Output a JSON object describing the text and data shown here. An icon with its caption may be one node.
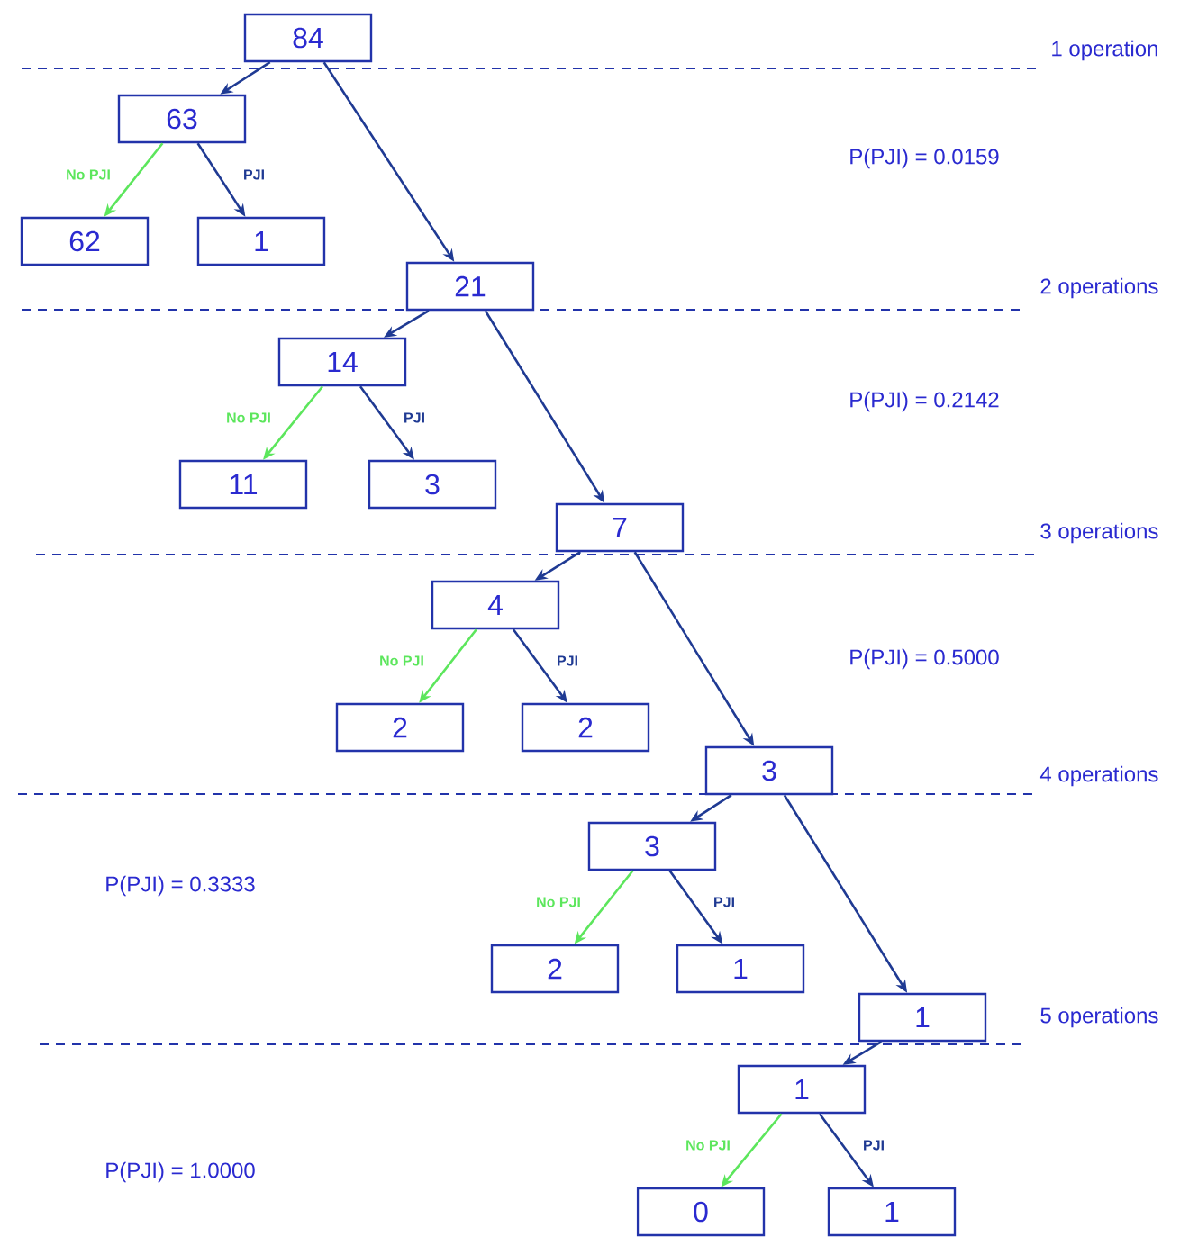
{
  "diagram": {
    "nodes": [
      {
        "text": [
          "84"
        ]
      },
      {
        "text": [
          "63"
        ]
      },
      {
        "text": [
          "62"
        ]
      },
      {
        "text": [
          "1"
        ]
      },
      {
        "text": [
          "21"
        ]
      },
      {
        "text": [
          "14"
        ]
      },
      {
        "text": [
          "11"
        ]
      },
      {
        "text": [
          "3"
        ]
      },
      {
        "text": [
          "7"
        ]
      },
      {
        "text": [
          "4"
        ]
      },
      {
        "text": [
          "2"
        ]
      },
      {
        "text": [
          "2"
        ]
      },
      {
        "text": [
          "3"
        ]
      },
      {
        "text": [
          "3"
        ]
      },
      {
        "text": [
          "2"
        ]
      },
      {
        "text": [
          "1"
        ]
      },
      {
        "text": [
          "1"
        ]
      },
      {
        "text": [
          "1"
        ]
      },
      {
        "text": [
          "0"
        ]
      },
      {
        "text": [
          "1"
        ]
      }
    ],
    "edges": [
      {
        "from": 0,
        "to": 1,
        "arrow": "to"
      },
      {
        "from": 1,
        "to": 2,
        "arrow": "to",
        "label": "No PJI",
        "color": "#5ce65c"
      },
      {
        "from": 1,
        "to": 3,
        "arrow": "to",
        "label": "PJI"
      },
      {
        "from": 0,
        "to": 4,
        "arrow": "to"
      },
      {
        "from": 4,
        "to": 5,
        "arrow": "to"
      },
      {
        "from": 5,
        "to": 6,
        "arrow": "to",
        "label": "No PJI",
        "color": "#5ce65c"
      },
      {
        "from": 5,
        "to": 7,
        "arrow": "to",
        "label": "PJI"
      },
      {
        "from": 4,
        "to": 8,
        "arrow": "to"
      },
      {
        "from": 8,
        "to": 9,
        "arrow": "to"
      },
      {
        "from": 9,
        "to": 10,
        "arrow": "to",
        "label": "No PJI",
        "color": "#5ce65c"
      },
      {
        "from": 9,
        "to": 11,
        "arrow": "to",
        "label": "PJI"
      },
      {
        "from": 8,
        "to": 12,
        "arrow": "to"
      },
      {
        "from": 12,
        "to": 13,
        "arrow": "to"
      },
      {
        "from": 13,
        "to": 14,
        "arrow": "to",
        "label": "No PJI",
        "color": "#5ce65c"
      },
      {
        "from": 13,
        "to": 15,
        "arrow": "to",
        "label": "PJI"
      },
      {
        "from": 12,
        "to": 16,
        "arrow": "to"
      },
      {
        "from": 16,
        "to": 17,
        "arrow": "to"
      },
      {
        "from": 17,
        "to": 18,
        "arrow": "to",
        "label": "No PJI",
        "color": "#5ce65c"
      },
      {
        "from": 17,
        "to": 19,
        "arrow": "to",
        "label": "PJI"
      }
    ],
    "labels": [
      "1 operation",
      "P(PJI) = 0.0159",
      "2 operations",
      "P(PJI) = 0.2142",
      "3 operations",
      "P(PJI) = 0.5000",
      "4 operations",
      "P(PJI) = 0.3333",
      "5 operations",
      "P(PJI) = 1.0000"
    ]
  }
}
